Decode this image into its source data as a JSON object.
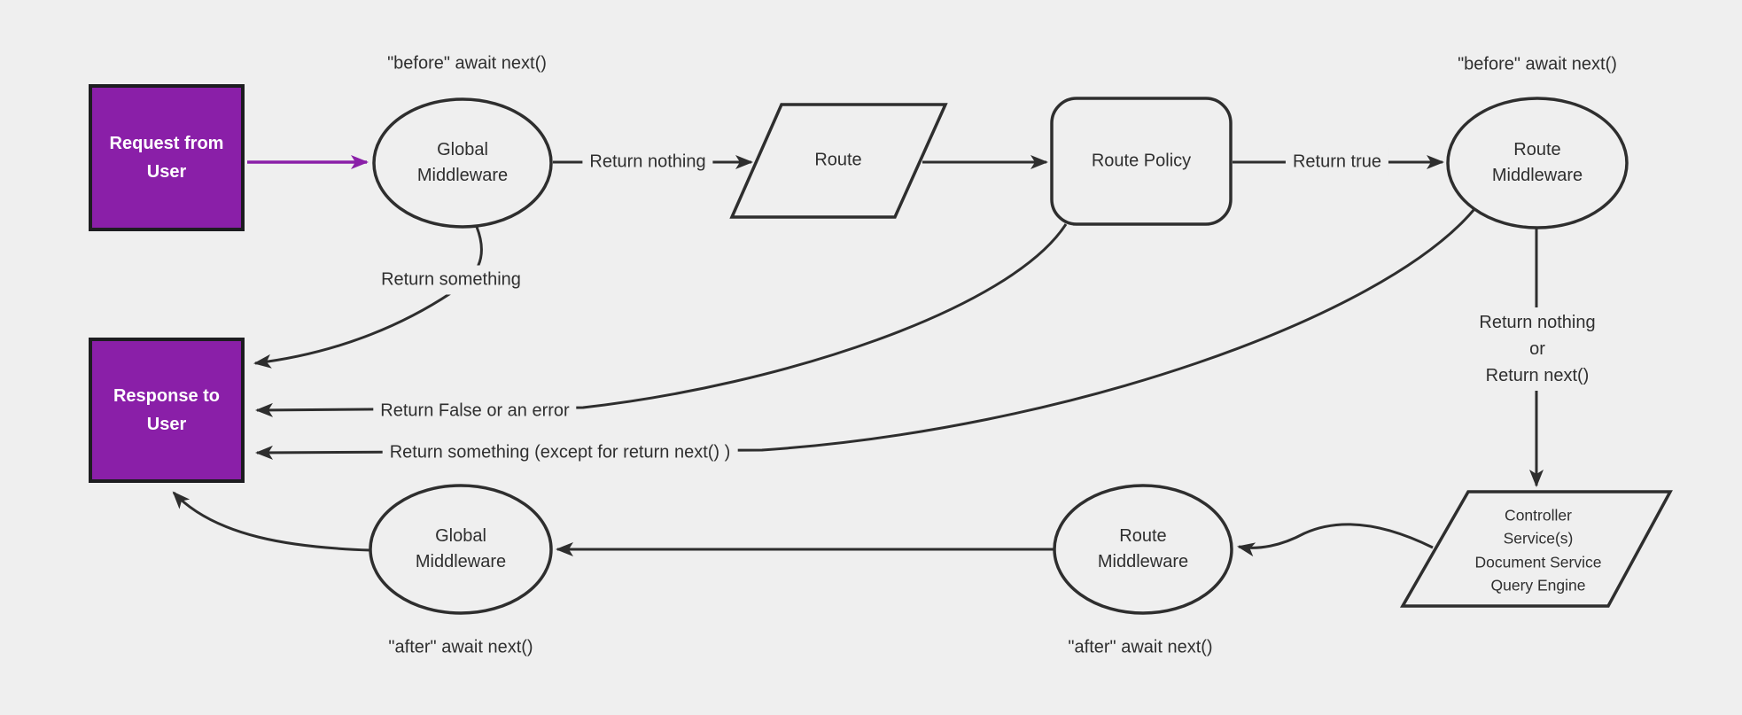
{
  "diagram": {
    "title_hint": "Request lifecycle middleware flow",
    "colors": {
      "background": "#efefef",
      "purple_fill": "#8a1fa8",
      "purple_arrow": "#8a1fa8",
      "box_border": "#1d1d20",
      "line": "#2e2e2e",
      "text": "#2f2f2f",
      "node_text_on_purple": "#ffffff"
    },
    "nodes": {
      "request": {
        "label": "Request from\nUser",
        "shape": "rectangle"
      },
      "response": {
        "label": "Response to\nUser",
        "shape": "rectangle"
      },
      "global_middleware_top": {
        "label": "Global\nMiddleware",
        "shape": "ellipse"
      },
      "route": {
        "label": "Route",
        "shape": "parallelogram"
      },
      "route_policy": {
        "label": "Route Policy",
        "shape": "rounded-rectangle"
      },
      "route_middleware_top": {
        "label": "Route\nMiddleware",
        "shape": "ellipse"
      },
      "controller": {
        "label": "Controller\nService(s)\nDocument Service\nQuery Engine",
        "shape": "parallelogram"
      },
      "route_middleware_bottom": {
        "label": "Route\nMiddleware",
        "shape": "ellipse"
      },
      "global_middleware_bottom": {
        "label": "Global\nMiddleware",
        "shape": "ellipse"
      }
    },
    "annotations": {
      "before_await_left": "\"before\" await next()",
      "before_await_right": "\"before\" await next()",
      "after_await_left": "\"after\" await next()",
      "after_await_right": "\"after\" await next()"
    },
    "edge_labels": {
      "return_nothing": "Return nothing",
      "return_true": "Return true",
      "return_something": "Return something",
      "return_false_or_error": "Return False or an error",
      "return_something_except": "Return something (except for return next() )",
      "return_nothing_or_next": "Return nothing\nor\nReturn next()"
    }
  }
}
